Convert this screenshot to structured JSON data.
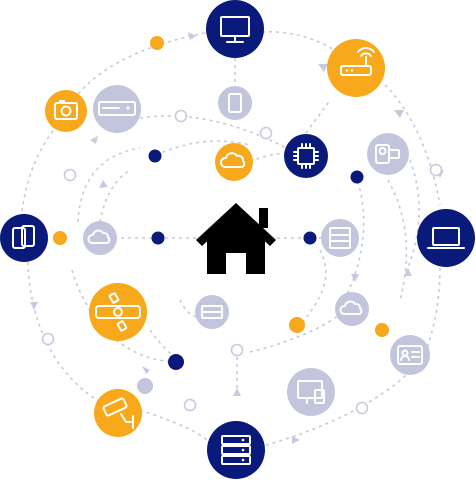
{
  "colors": {
    "navy": "#0a1a7a",
    "orange": "#f7a81b",
    "lavender": "#c3c5dc",
    "path": "#c7c9dd",
    "house": "#000000",
    "ring": "#c8cadf"
  },
  "center": {
    "icon": "house-icon"
  },
  "nodes": [
    {
      "name": "monitor-node",
      "icon": "monitor-icon",
      "color": "navy"
    },
    {
      "name": "router-node",
      "icon": "wifi-router-icon",
      "color": "orange"
    },
    {
      "name": "laptop-node",
      "icon": "laptop-icon",
      "color": "navy"
    },
    {
      "name": "smartphones-node",
      "icon": "smartphones-icon",
      "color": "navy"
    },
    {
      "name": "camera-node",
      "icon": "camera-icon",
      "color": "orange"
    },
    {
      "name": "dvd-player-node",
      "icon": "dvd-player-icon",
      "color": "lavender"
    },
    {
      "name": "tablet-node",
      "icon": "tablet-icon",
      "color": "lavender"
    },
    {
      "name": "chip-node",
      "icon": "chip-icon",
      "color": "navy"
    },
    {
      "name": "cloud-orange-node",
      "icon": "cloud-icon",
      "color": "orange"
    },
    {
      "name": "video-camera-node",
      "icon": "video-camera-icon",
      "color": "lavender"
    },
    {
      "name": "cloud-left-node",
      "icon": "cloud-icon",
      "color": "lavender"
    },
    {
      "name": "server-right-node",
      "icon": "server-icon",
      "color": "lavender"
    },
    {
      "name": "remote-control-node",
      "icon": "remote-control-icon",
      "color": "orange"
    },
    {
      "name": "server-inner-node",
      "icon": "server-icon",
      "color": "lavender"
    },
    {
      "name": "cloud-lower-right-node",
      "icon": "cloud-icon",
      "color": "lavender"
    },
    {
      "name": "id-card-node",
      "icon": "id-card-icon",
      "color": "lavender"
    },
    {
      "name": "security-camera-node",
      "icon": "security-camera-icon",
      "color": "orange"
    },
    {
      "name": "server-bottom-node",
      "icon": "server-rack-icon",
      "color": "navy"
    },
    {
      "name": "desktop-node",
      "icon": "desktop-monitor-icon",
      "color": "lavender"
    }
  ]
}
